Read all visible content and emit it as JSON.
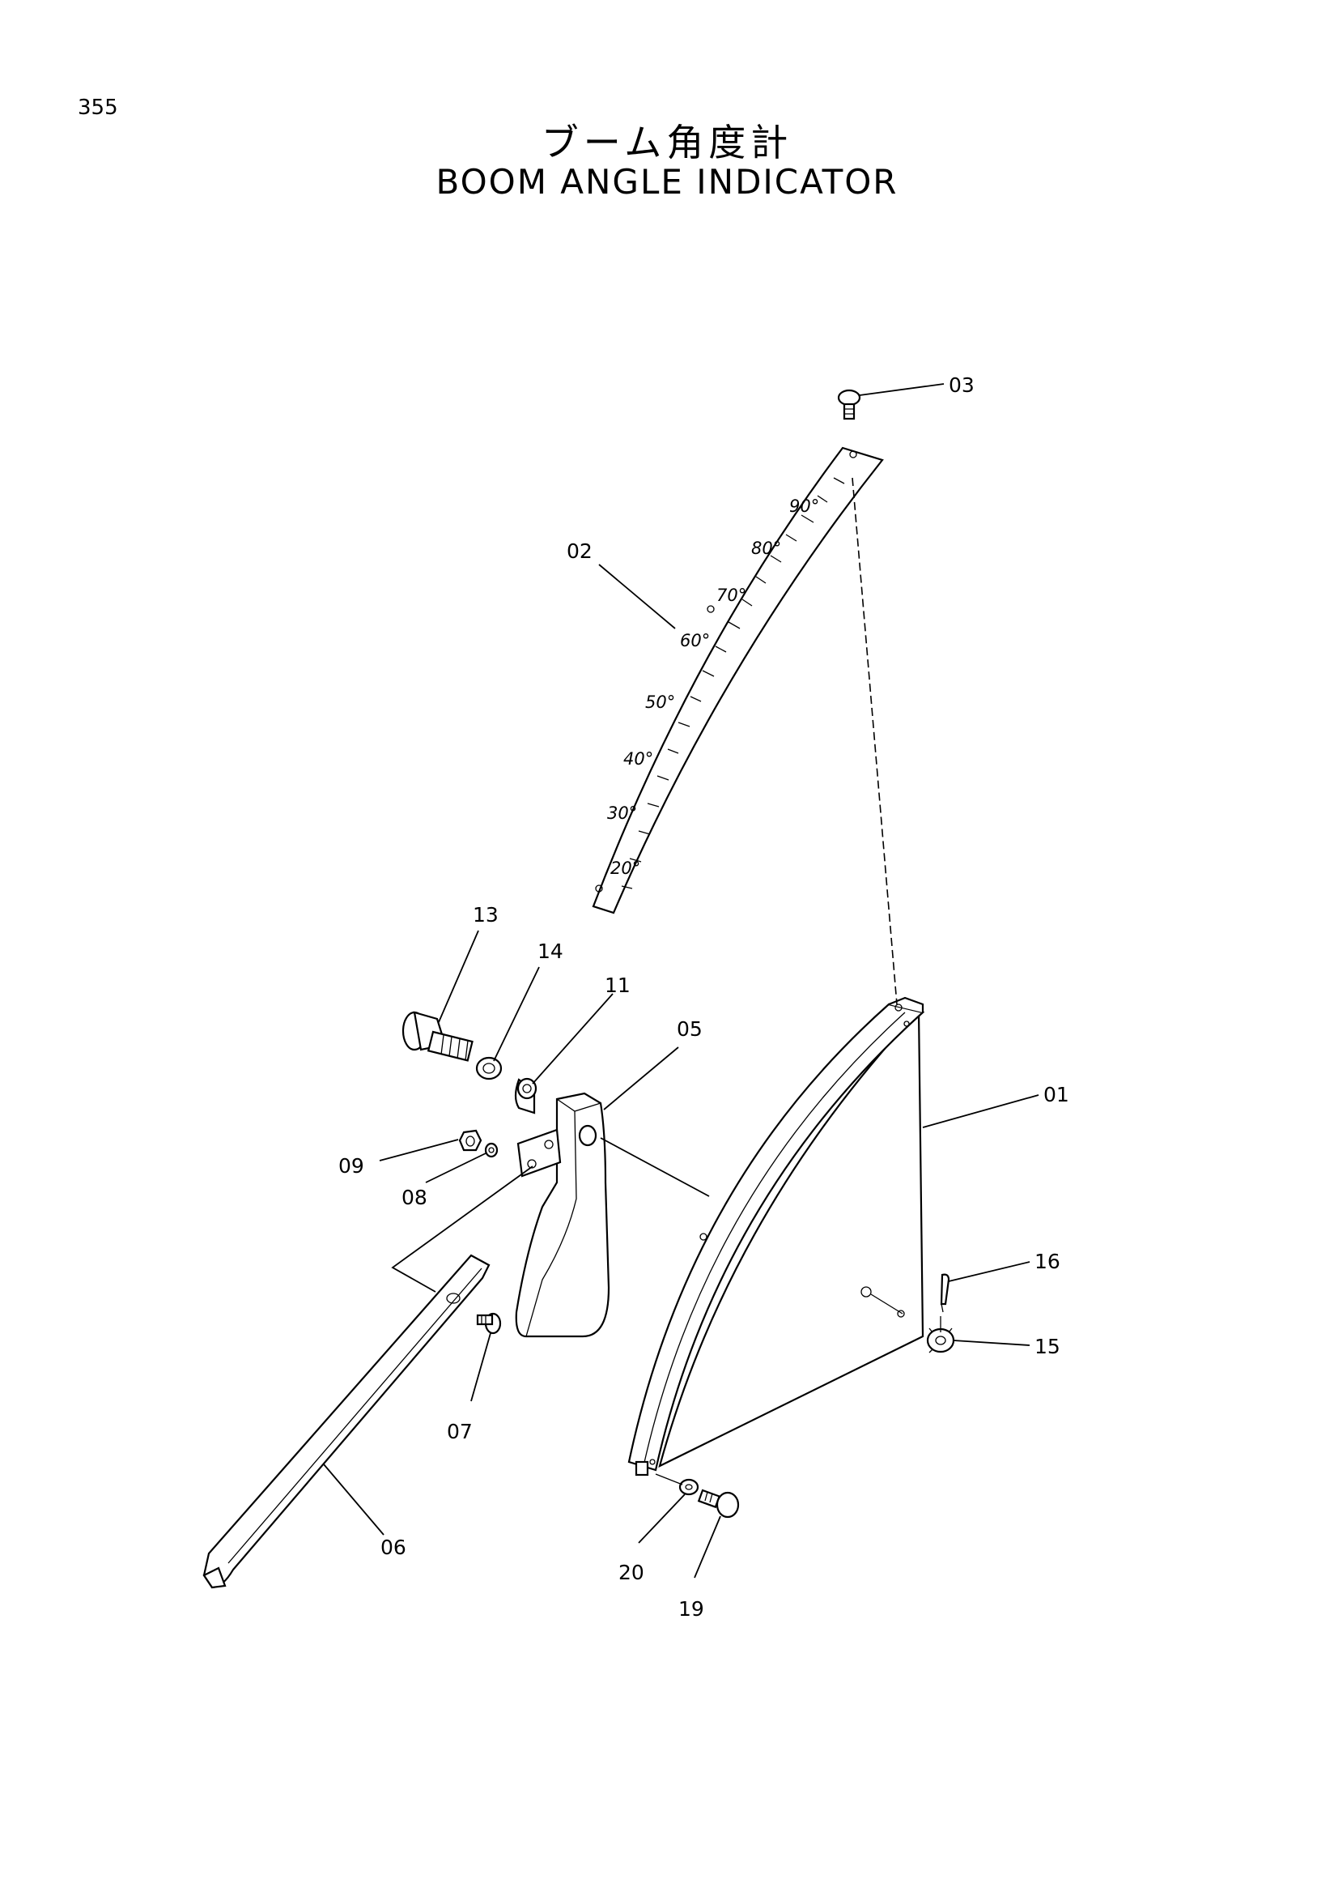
{
  "page": {
    "number": "355"
  },
  "title": {
    "jp": "ブーム角度計",
    "en": "BOOM ANGLE INDICATOR"
  },
  "scale_marks": [
    "20°",
    "30°",
    "40°",
    "50°",
    "60°",
    "70°",
    "80°",
    "90°"
  ],
  "callouts": [
    "03",
    "02",
    "13",
    "14",
    "11",
    "05",
    "01",
    "09",
    "08",
    "16",
    "15",
    "07",
    "06",
    "20",
    "19"
  ]
}
